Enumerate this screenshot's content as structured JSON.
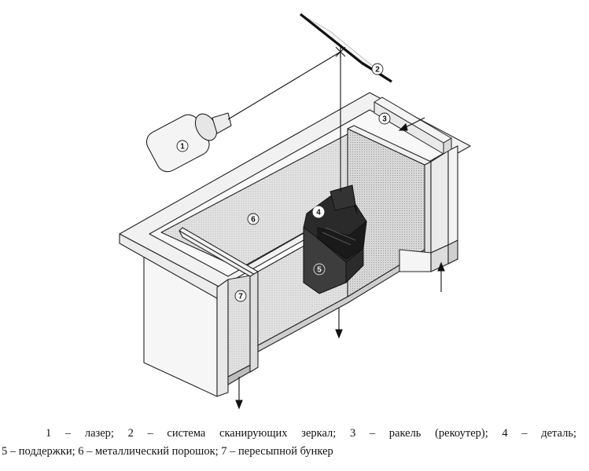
{
  "diagram": {
    "labels": {
      "laser": "1",
      "mirrors": "2",
      "recoater": "3",
      "part": "4",
      "supports": "5",
      "powder": "6",
      "hopper": "7"
    }
  },
  "caption": {
    "line1": "1 – лазер;  2 – система  сканирующих  зеркал;  3 – ракель  (рекоутер);  4 – деталь;",
    "line2": "5 – поддержки; 6 – металлический порошок; 7 – пересыпной бункер"
  },
  "colors": {
    "outline": "#222222",
    "powder": "#dcdcdc",
    "walls": "#f2f2f2",
    "part_dark": "#2a2a2a",
    "supports_dark": "#3a3a3a"
  }
}
